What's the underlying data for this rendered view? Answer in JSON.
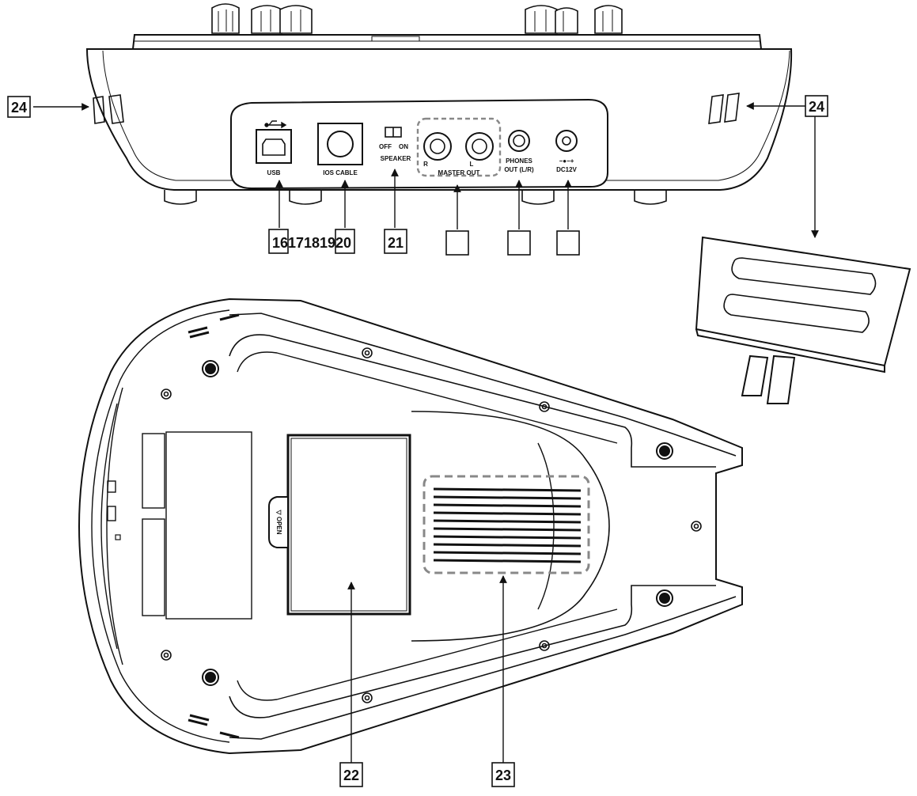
{
  "panel_labels": {
    "usb": "USB",
    "ios_cable": "IOS CABLE",
    "switch_off": "OFF",
    "switch_on": "ON",
    "speaker": "SPEAKER",
    "master_r": "R",
    "master_l": "L",
    "master_out": "MASTER OUT",
    "phones": "PHONES",
    "phones_out": "OUT (L/R)",
    "dc": "DC12V",
    "dc_polarity": "−●−+",
    "battery_open": "▽ OPEN"
  },
  "callouts": {
    "feet_left": "24",
    "feet_right": "24",
    "usb_group": "1617181920",
    "speaker_switch": "21",
    "master_out": "",
    "phones": "",
    "dc": "",
    "battery_cover": "22",
    "speaker_grille": "23"
  },
  "icons": {
    "usb": "usb-icon"
  }
}
